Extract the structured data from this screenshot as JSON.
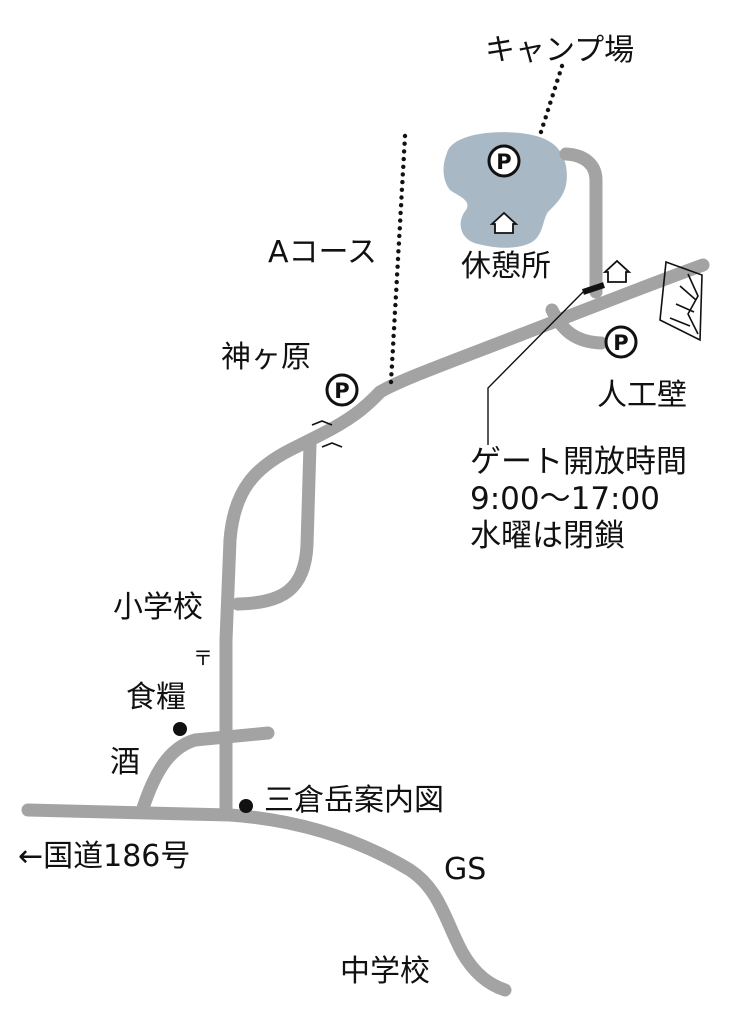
{
  "colors": {
    "road": "#a3a3a3",
    "lake": "#a9b8c5",
    "ink": "#111111",
    "background": "#ffffff"
  },
  "labels": {
    "camp": "キャンプ場",
    "rest_area": "休憩所",
    "a_course": "Aコース",
    "kamigahara": "神ヶ原",
    "climbing_wall": "人工壁",
    "elementary_school": "小学校",
    "food_store": "食糧",
    "liquor_store": "酒",
    "mikuradake_map": "三倉岳案内図",
    "route186": "←国道186号",
    "gas_station": "GS",
    "junior_high": "中学校"
  },
  "gate_note": {
    "line1": "ゲート開放時間",
    "line2": "9:00〜17:00",
    "line3": "水曜は閉鎖"
  },
  "icons": {
    "parking_letter": "P",
    "post_office": "〒"
  }
}
